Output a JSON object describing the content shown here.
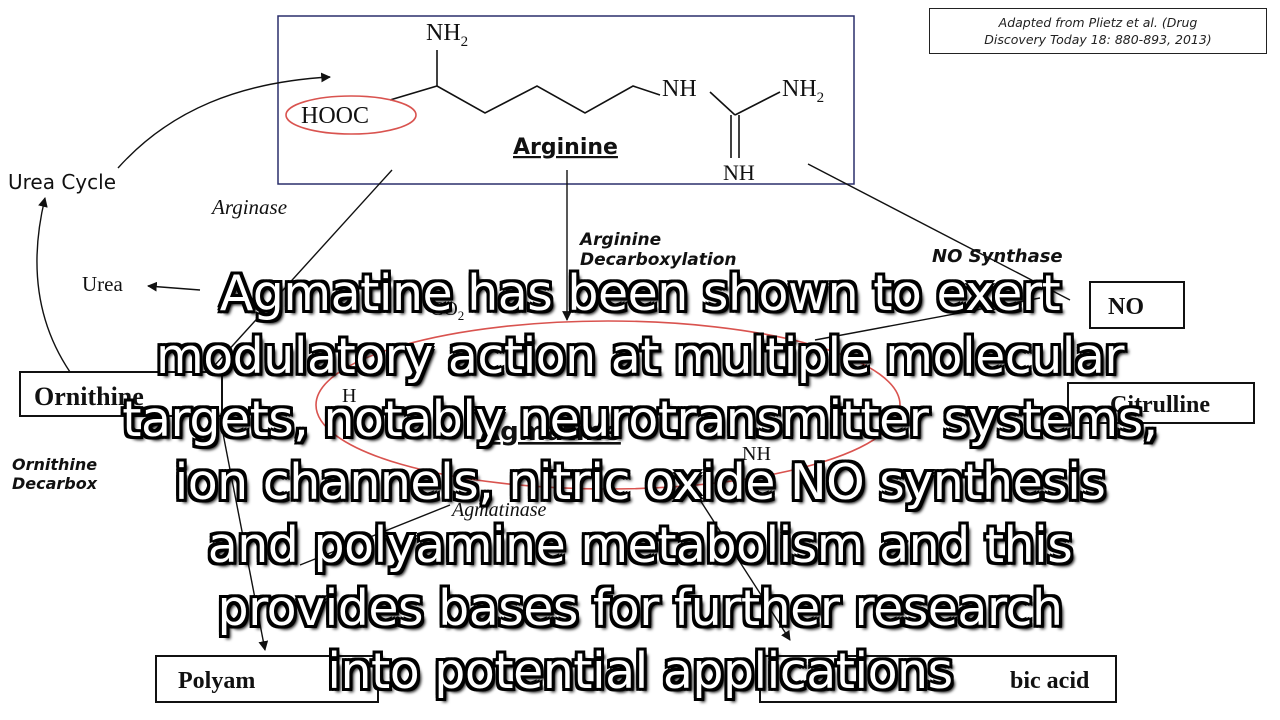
{
  "citation": {
    "line1": "Adapted from Plietz et al.  (Drug",
    "line2": "Discovery Today 18: 880-893, 2013)"
  },
  "arginine_structure": {
    "name": "Arginine",
    "nh2_top": "NH",
    "hooc": "HOOC",
    "nh_mid": "NH",
    "nh2_right": "NH",
    "nh_bottom": "NH"
  },
  "labels": {
    "urea_cycle": "Urea Cycle",
    "arginase": "Arginase",
    "urea": "Urea",
    "arginine_decarboxylation_1": "Arginine",
    "arginine_decarboxylation_2": "Decarboxylation",
    "no_synthase": "NO Synthase",
    "no": "NO",
    "co2": "CO",
    "ornithine": "Ornithine",
    "citrulline": "Citrulline",
    "ornithine_decarboxylase_1": "Ornithine",
    "ornithine_decarboxylase_2": "Decarbox",
    "agmatine": "Agmatine",
    "agmatinase": "Agmatinase",
    "agmatine_nh": "NH",
    "agmatine_h2n": "H",
    "putrescine_fragment": "ls",
    "aldehyde_fragment": "de",
    "polyamines": "Polyam",
    "acid_fragment": "bic acid"
  },
  "caption": {
    "lines": [
      "Agmatine has been shown to exert",
      "modulatory action at multiple molecular",
      "targets, notably neurotransmitter systems,",
      "ion channels, nitric oxide NO synthesis",
      "and polyamine metabolism and this",
      "provides bases for further research",
      "into potential applications"
    ]
  },
  "colors": {
    "highlight_ellipse": "#d9534f",
    "box_border": "#2a2f6b",
    "caption_text": "#ffffff",
    "caption_outline": "#000000"
  }
}
